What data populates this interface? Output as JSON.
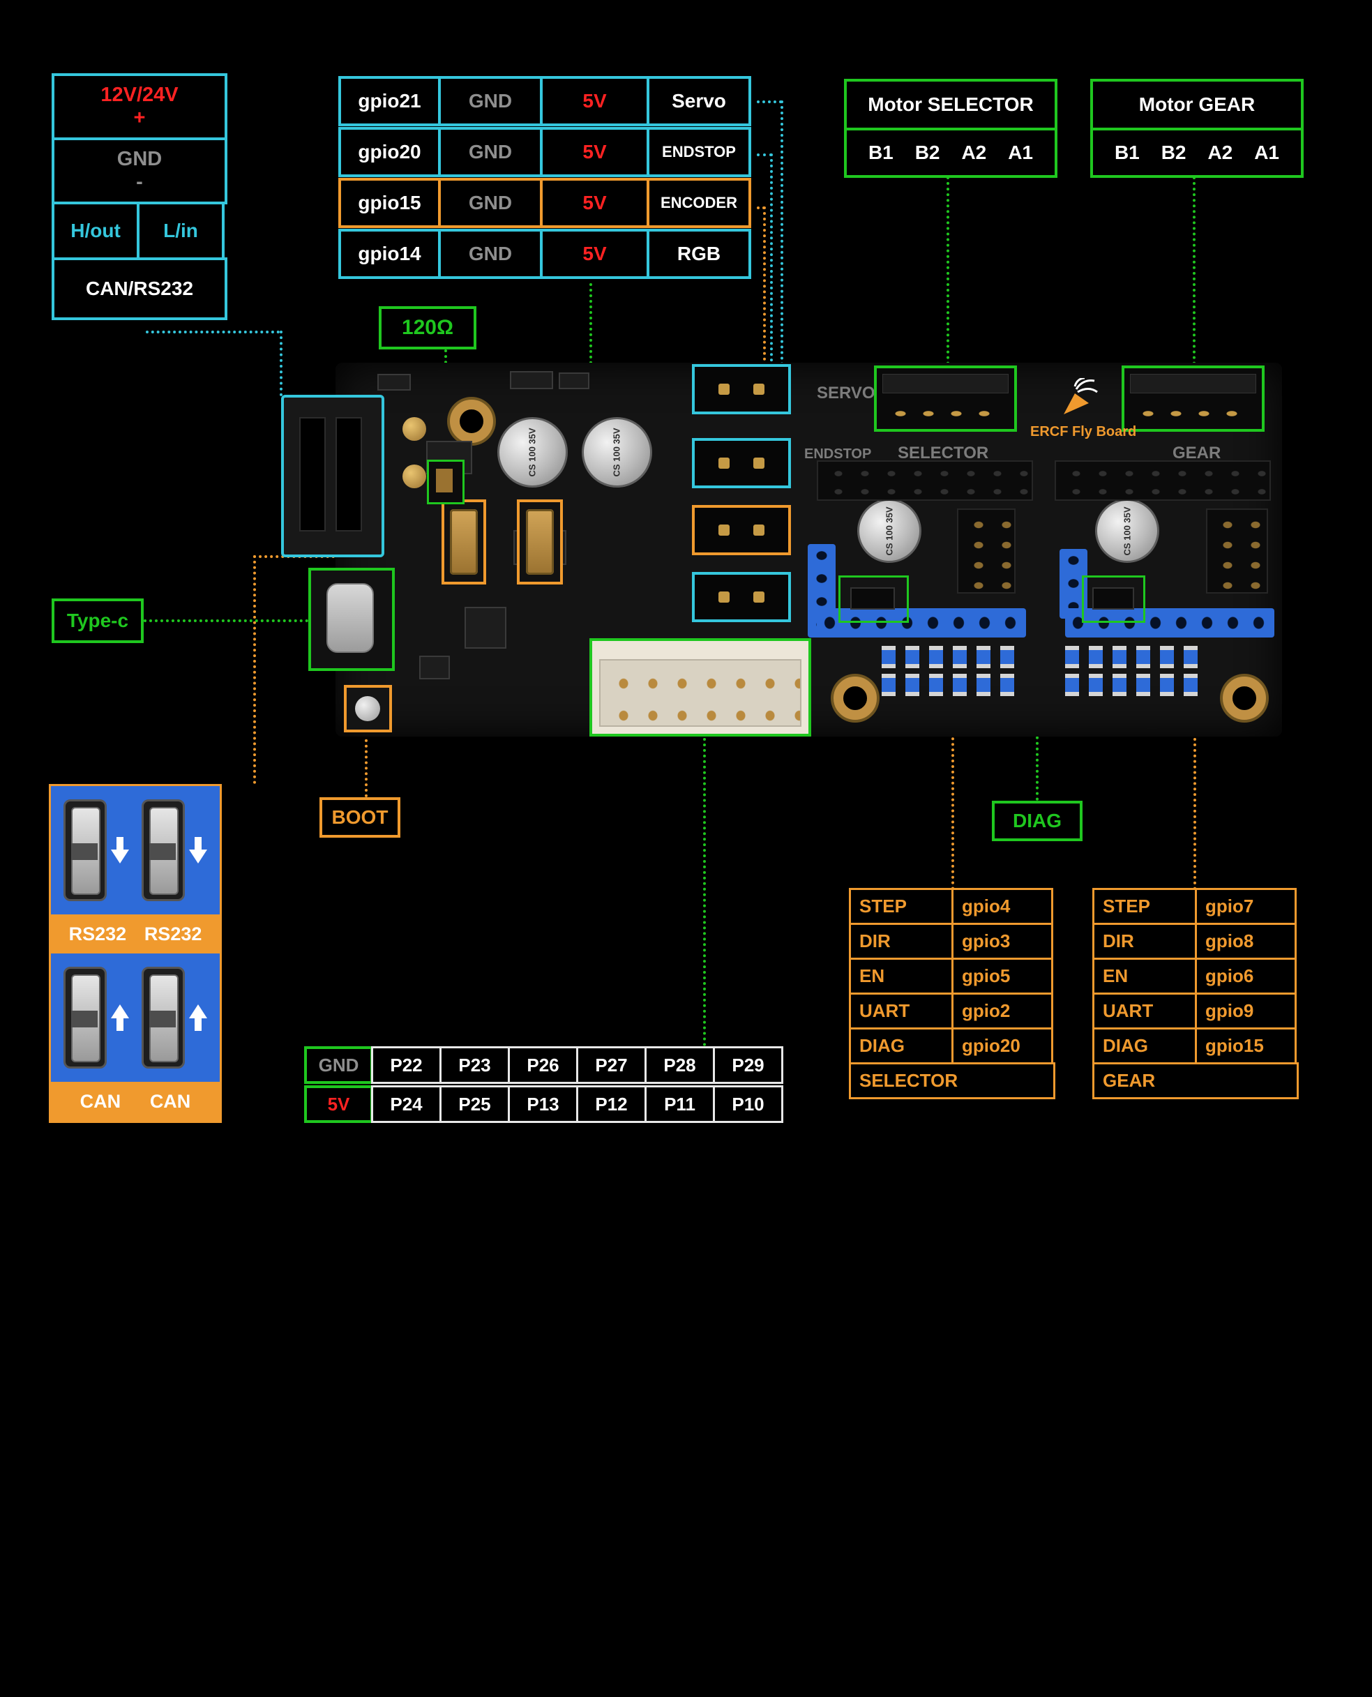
{
  "power_block": {
    "voltage": "12V/24V",
    "plus": "+",
    "gnd": "GND",
    "minus": "-",
    "hout": "H/out",
    "lin": "L/in",
    "protocol": "CAN/RS232"
  },
  "gpio_table": {
    "rows": [
      {
        "gpio": "gpio21",
        "gnd": "GND",
        "v5": "5V",
        "label": "Servo"
      },
      {
        "gpio": "gpio20",
        "gnd": "GND",
        "v5": "5V",
        "label": "ENDSTOP"
      },
      {
        "gpio": "gpio15",
        "gnd": "GND",
        "v5": "5V",
        "label": "ENCODER"
      },
      {
        "gpio": "gpio14",
        "gnd": "GND",
        "v5": "5V",
        "label": "RGB"
      }
    ]
  },
  "motor_selector": {
    "title": "Motor SELECTOR",
    "pins": [
      "B1",
      "B2",
      "A2",
      "A1"
    ]
  },
  "motor_gear": {
    "title": "Motor GEAR",
    "pins": [
      "B1",
      "B2",
      "A2",
      "A1"
    ]
  },
  "labels": {
    "resistor": "120Ω",
    "typec": "Type-c",
    "boot": "BOOT",
    "diag": "DIAG"
  },
  "comm_panel": {
    "rs232_left": "RS232",
    "rs232_right": "RS232",
    "can_left": "CAN",
    "can_right": "CAN"
  },
  "aux_header": {
    "row1": [
      "GND",
      "P22",
      "P23",
      "P26",
      "P27",
      "P28",
      "P29"
    ],
    "row2": [
      "5V",
      "P24",
      "P25",
      "P13",
      "P12",
      "P11",
      "P10"
    ]
  },
  "selector_pins": {
    "rows": [
      {
        "name": "STEP",
        "gpio": "gpio4"
      },
      {
        "name": "DIR",
        "gpio": "gpio3"
      },
      {
        "name": "EN",
        "gpio": "gpio5"
      },
      {
        "name": "UART",
        "gpio": "gpio2"
      },
      {
        "name": "DIAG",
        "gpio": "gpio20"
      }
    ],
    "footer": "SELECTOR"
  },
  "gear_pins": {
    "rows": [
      {
        "name": "STEP",
        "gpio": "gpio7"
      },
      {
        "name": "DIR",
        "gpio": "gpio8"
      },
      {
        "name": "EN",
        "gpio": "gpio6"
      },
      {
        "name": "UART",
        "gpio": "gpio9"
      },
      {
        "name": "DIAG",
        "gpio": "gpio15"
      }
    ],
    "footer": "GEAR"
  },
  "board_silk": {
    "servo": "SERVO",
    "endstop": "ENDSTOP",
    "selector": "SELECTOR",
    "gear": "GEAR",
    "brand": "ERCF Fly Board",
    "cap": "CS 100 35V"
  },
  "colors": {
    "cyan": "#35c7dd",
    "green": "#1fc71f",
    "orange": "#f09a2e",
    "red": "#ff2222",
    "gray": "#8f8f8f",
    "blue": "#2e6bd8"
  }
}
